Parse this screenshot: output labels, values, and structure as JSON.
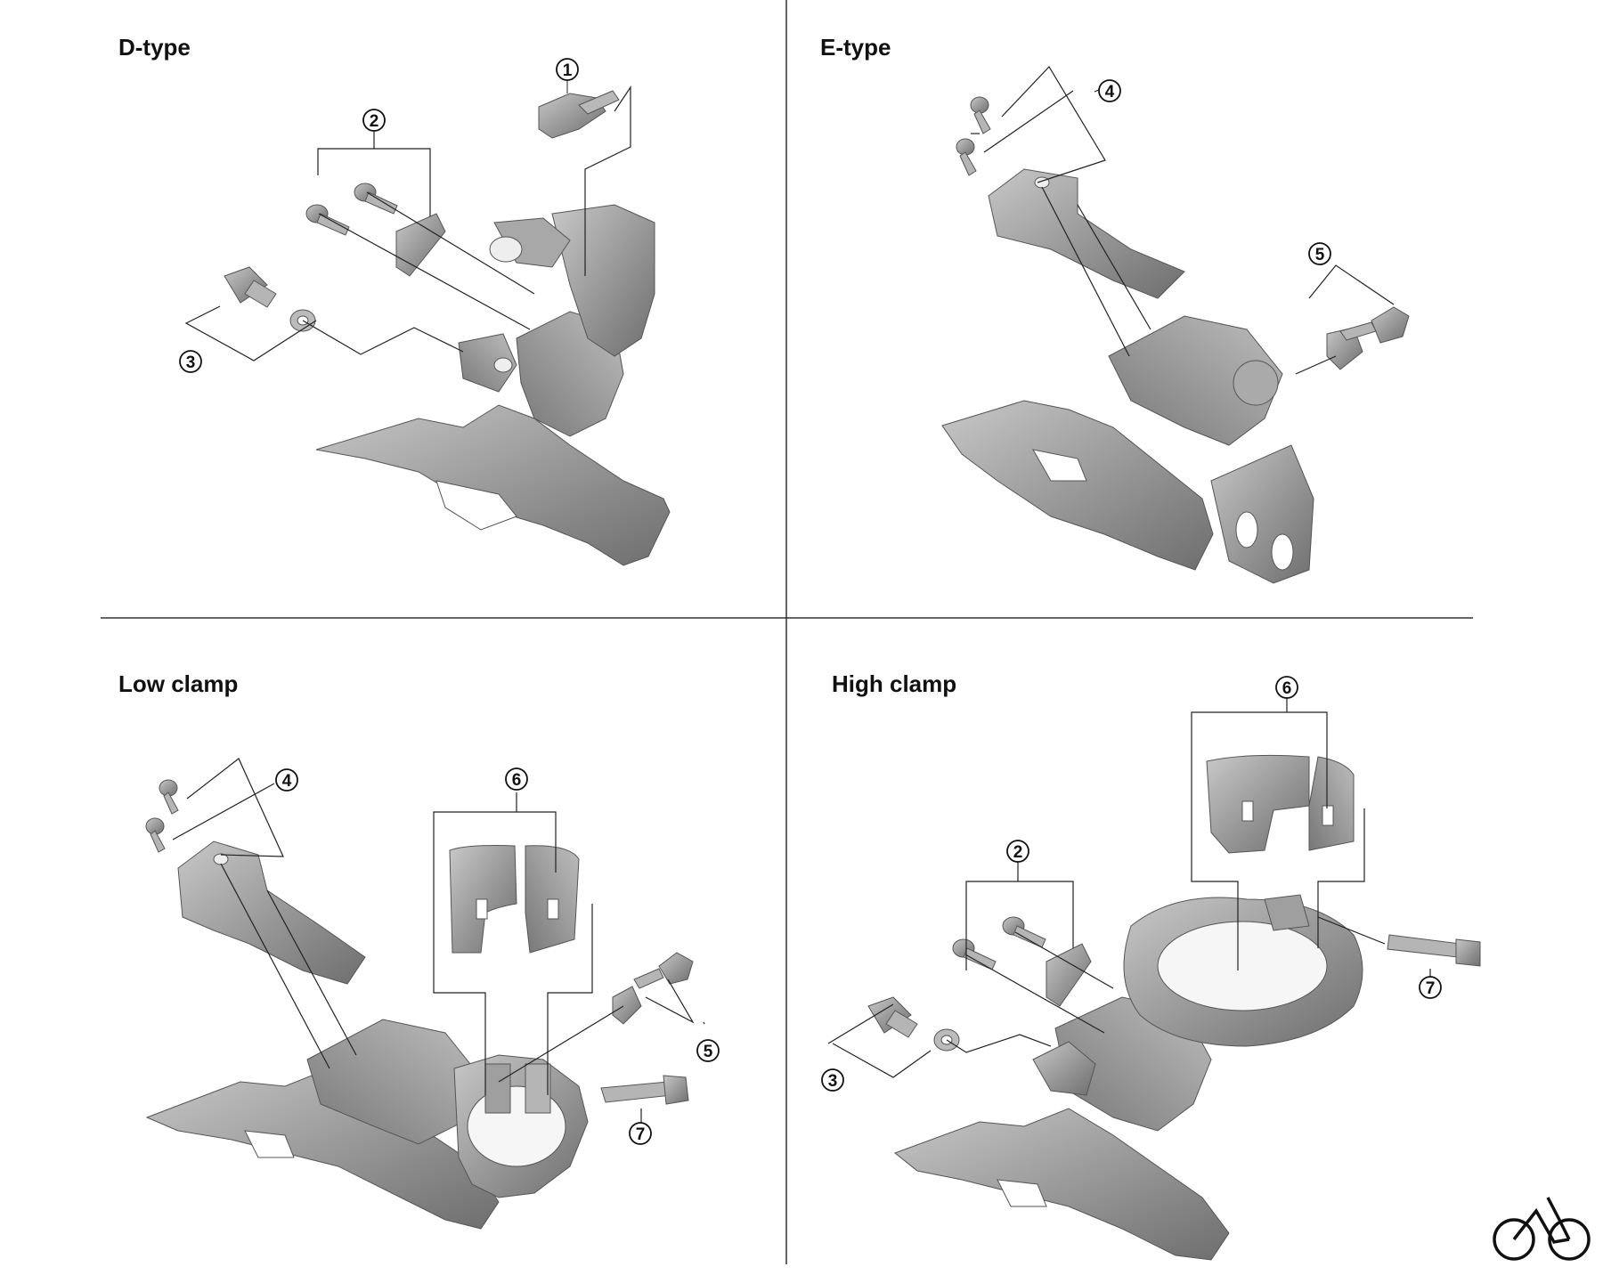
{
  "panels": {
    "d_type": {
      "title": "D-type"
    },
    "e_type": {
      "title": "E-type"
    },
    "low_clamp": {
      "title": "Low clamp"
    },
    "high_clamp": {
      "title": "High clamp"
    }
  },
  "callouts": {
    "d_type": [
      "1",
      "2",
      "3"
    ],
    "e_type": [
      "4",
      "5"
    ],
    "low_clamp": [
      "4",
      "5",
      "6",
      "7"
    ],
    "high_clamp": [
      "2",
      "3",
      "6",
      "7"
    ]
  },
  "logo": {
    "icon": "bicycle-icon"
  },
  "colors": {
    "part_dark": "#7a7a7a",
    "part_mid": "#9d9d9d",
    "part_light": "#c4c4c4",
    "line": "#222222"
  }
}
